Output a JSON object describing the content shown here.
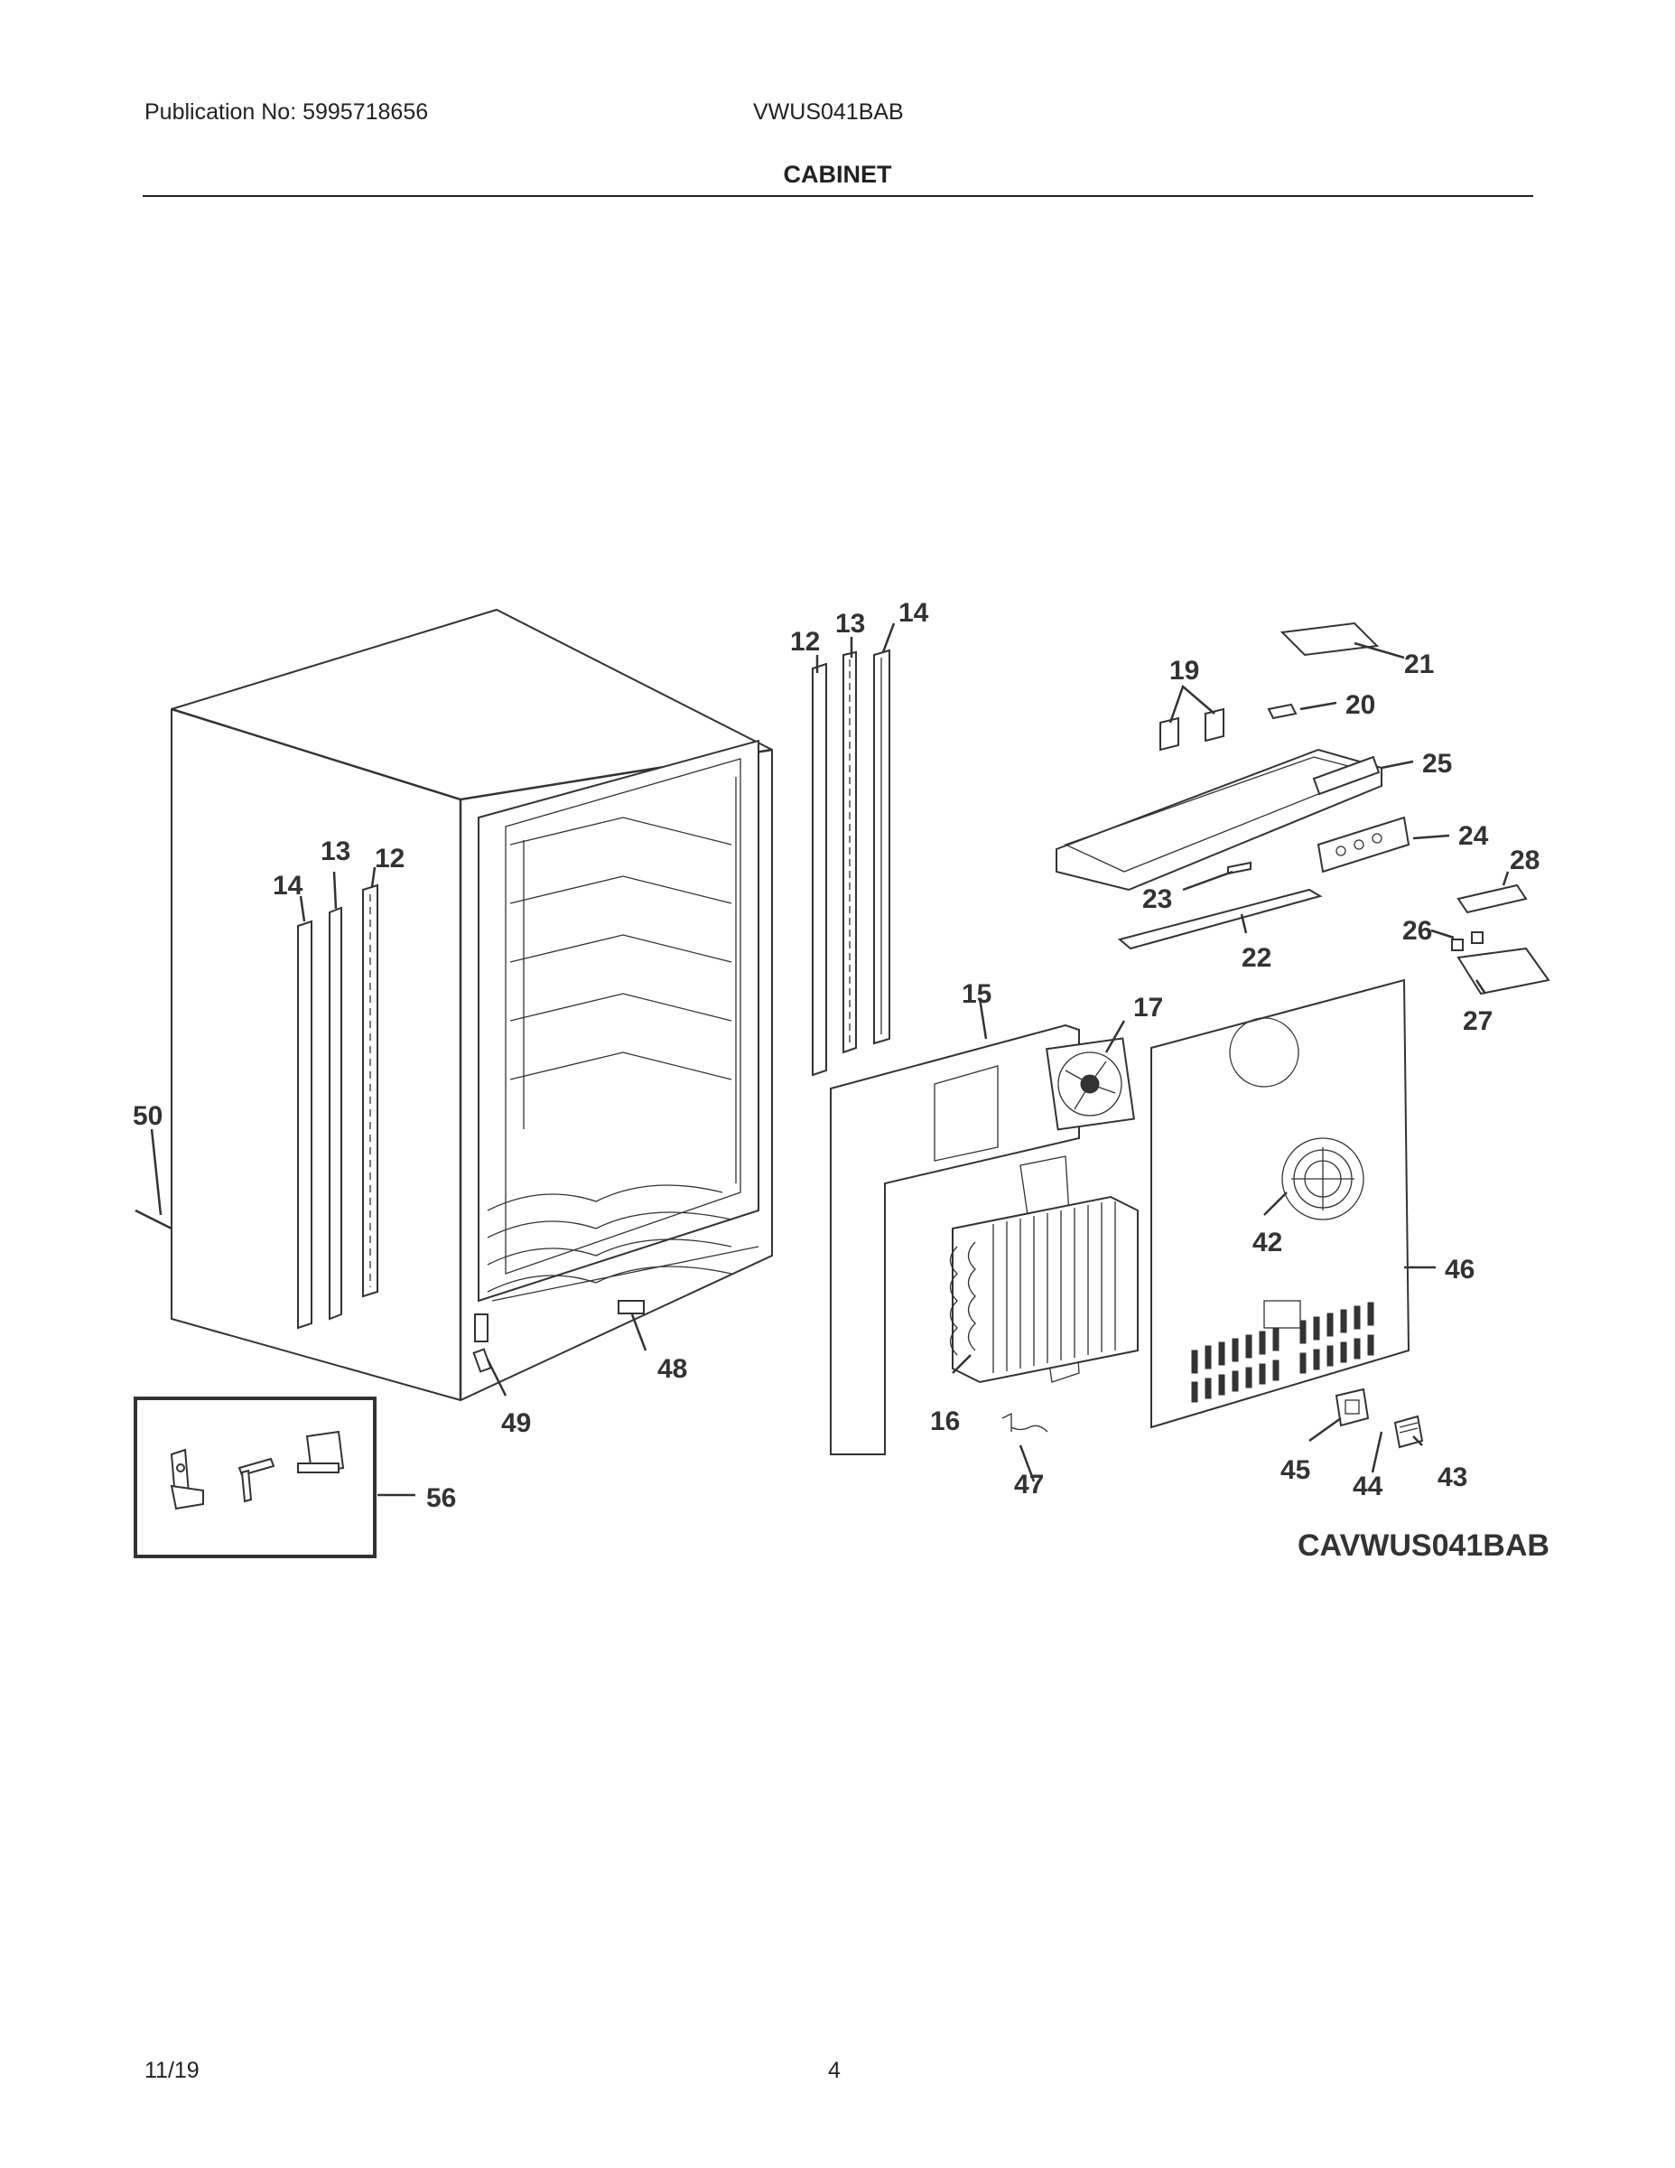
{
  "header": {
    "publication": "Publication No: 5995718656",
    "model": "VWUS041BAB",
    "section_title": "CABINET"
  },
  "footer": {
    "date": "11/19",
    "page_number": "4"
  },
  "diagram": {
    "code": "CAVWUS041BAB",
    "callouts": {
      "c12a": "12",
      "c13a": "13",
      "c14a": "14",
      "c14b": "14",
      "c13b": "13",
      "c12b": "12",
      "c15": "15",
      "c16": "16",
      "c17": "17",
      "c19": "19",
      "c20": "20",
      "c21": "21",
      "c22": "22",
      "c23": "23",
      "c24": "24",
      "c25": "25",
      "c26": "26",
      "c27": "27",
      "c28": "28",
      "c42": "42",
      "c43": "43",
      "c44": "44",
      "c45": "45",
      "c46": "46",
      "c47": "47",
      "c48": "48",
      "c49": "49",
      "c50": "50",
      "c56": "56"
    }
  }
}
